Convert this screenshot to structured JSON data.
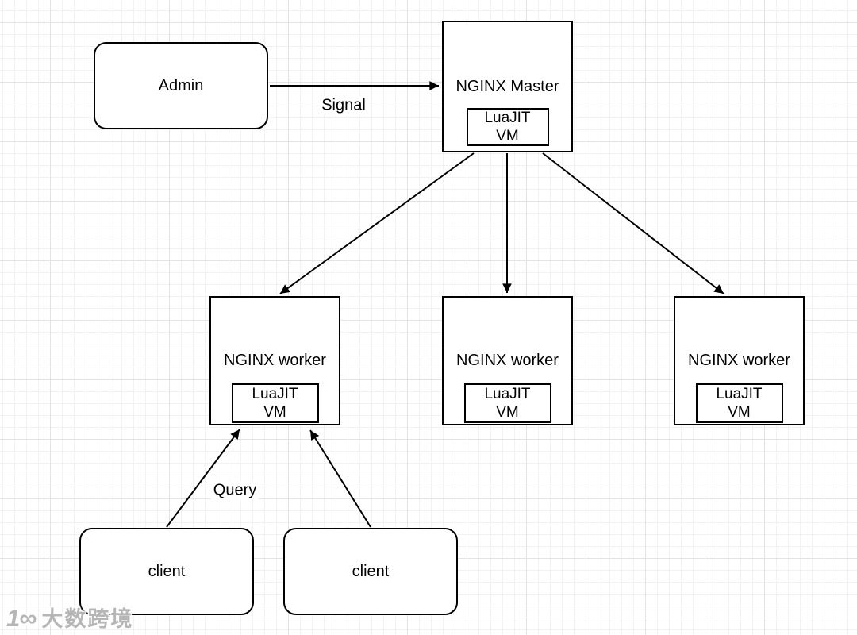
{
  "nodes": {
    "admin": {
      "label": "Admin"
    },
    "master": {
      "label": "NGINX Master",
      "vm": {
        "line1": "LuaJIT",
        "line2": "VM"
      }
    },
    "worker1": {
      "label": "NGINX worker",
      "vm": {
        "line1": "LuaJIT",
        "line2": "VM"
      }
    },
    "worker2": {
      "label": "NGINX worker",
      "vm": {
        "line1": "LuaJIT",
        "line2": "VM"
      }
    },
    "worker3": {
      "label": "NGINX worker",
      "vm": {
        "line1": "LuaJIT",
        "line2": "VM"
      }
    },
    "client1": {
      "label": "client"
    },
    "client2": {
      "label": "client"
    }
  },
  "edges": [
    {
      "from": "admin",
      "to": "master",
      "label": "Signal"
    },
    {
      "from": "master",
      "to": "worker1",
      "label": ""
    },
    {
      "from": "master",
      "to": "worker2",
      "label": ""
    },
    {
      "from": "master",
      "to": "worker3",
      "label": ""
    },
    {
      "from": "client1",
      "to": "worker1",
      "label": "Query"
    },
    {
      "from": "client2",
      "to": "worker1",
      "label": ""
    }
  ],
  "watermark": {
    "logo": "1∞",
    "text": "大数跨境"
  },
  "colors": {
    "stroke": "#000000",
    "node_fill": "#ffffff",
    "grid_minor": "#f2f2f2",
    "grid_major": "#e3e3e3",
    "watermark_gray": "#9e9e9e"
  }
}
